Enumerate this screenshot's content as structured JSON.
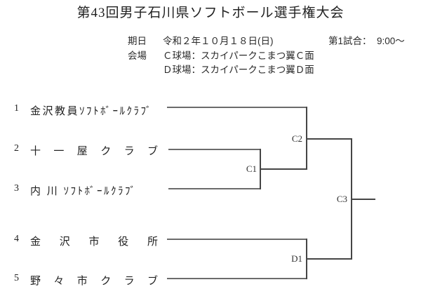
{
  "header": {
    "title": "第43回男子石川県ソフトボール選手権大会",
    "date_label": "期日",
    "date_value": "令和２年１０月１８日(日)",
    "first_game": "第1試合：  9:00～",
    "venue_label": "会場",
    "venue_c": "Ｃ球場：スカイパークこまつ翼Ｃ面",
    "venue_d": "Ｄ球場：スカイパークこまつ翼Ｄ面"
  },
  "bracket": {
    "teams": [
      {
        "seed": "1",
        "name": "金沢教員ｿﾌﾄﾎﾞｰﾙｸﾗﾌﾞ"
      },
      {
        "seed": "2",
        "name": "十 一 屋 ク ラ ブ"
      },
      {
        "seed": "3",
        "name": "内 川 ｿﾌﾄﾎﾞｰﾙｸﾗﾌﾞ"
      },
      {
        "seed": "4",
        "name": "金 沢 市 役 所"
      },
      {
        "seed": "5",
        "name": "野 々 市 ク ラ ブ"
      }
    ],
    "matches": [
      {
        "id": "C1"
      },
      {
        "id": "C2"
      },
      {
        "id": "C3"
      },
      {
        "id": "D1"
      }
    ]
  }
}
